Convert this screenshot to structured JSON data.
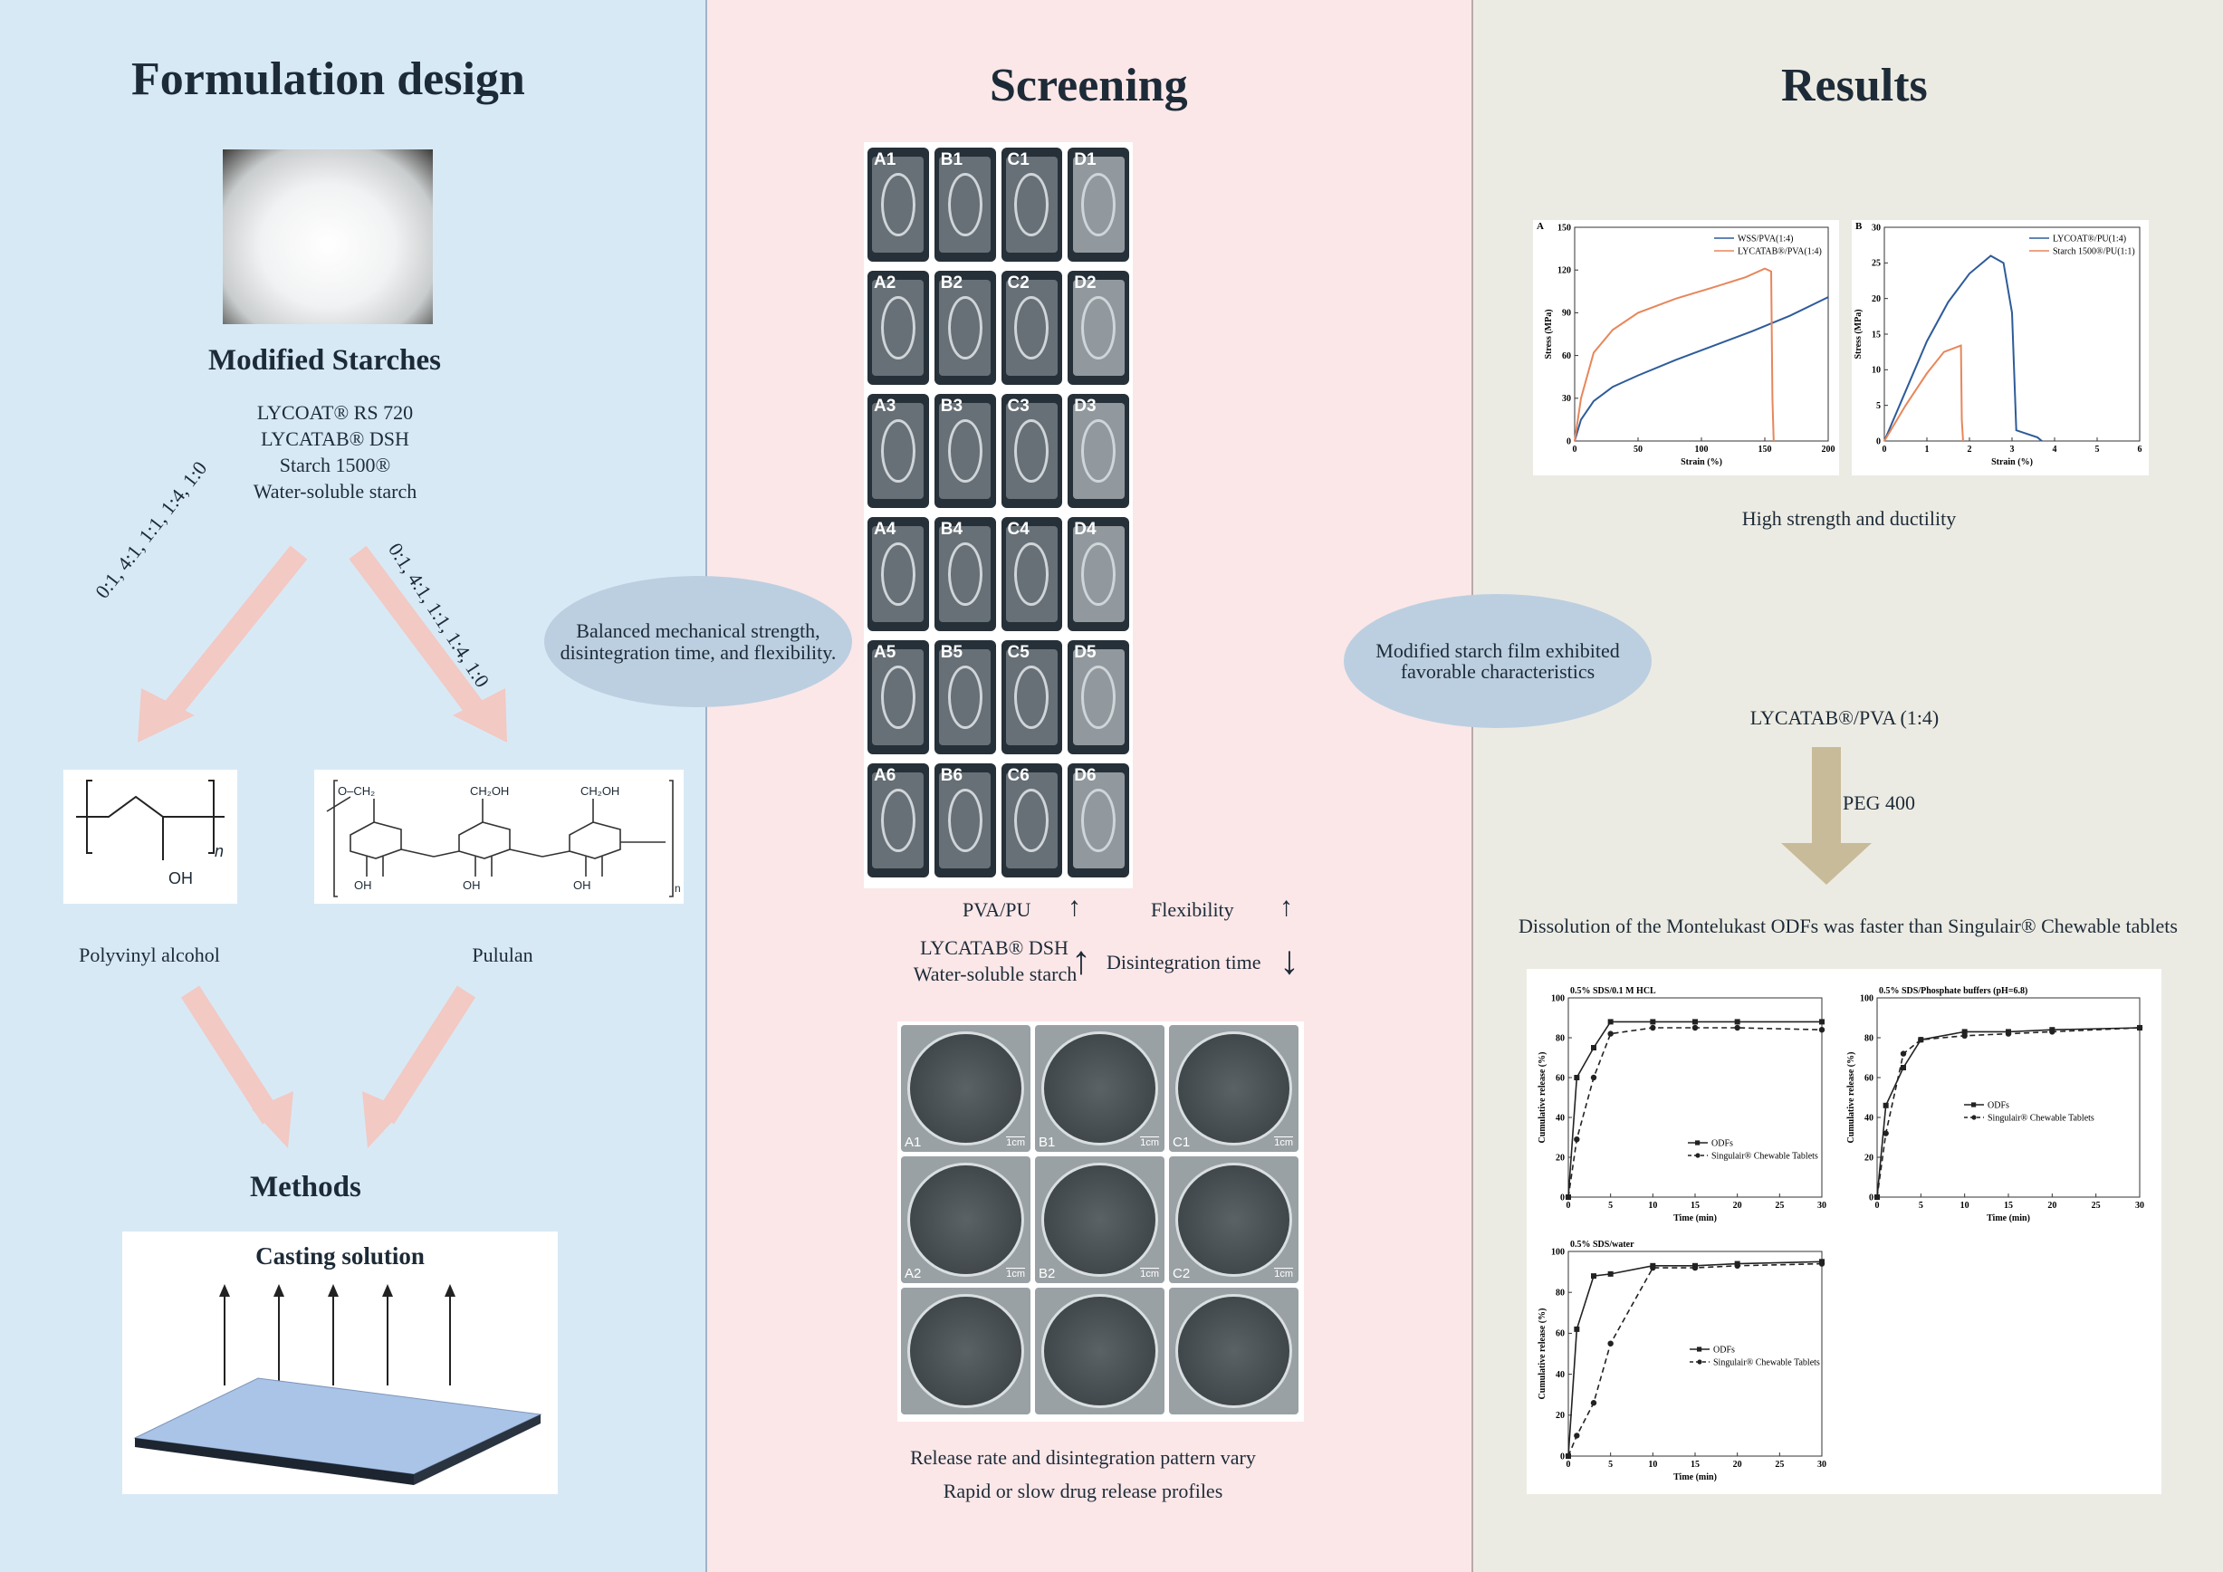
{
  "formulation": {
    "title": "Formulation design",
    "starch_heading": "Modified Starches",
    "starches": [
      "LYCOAT® RS 720",
      "LYCATAB® DSH",
      "Starch 1500®",
      "Water-soluble starch"
    ],
    "ratio_left": "0:1, 4:1, 1:1, 1:4, 1:0",
    "ratio_right": "0:1, 4:1, 1:1, 1:4, 1:0",
    "pva_label": "Polyvinyl alcohol",
    "pululan_label": "Pululan",
    "oh": "OH",
    "n": "n",
    "ch2oh": "CH₂OH",
    "o_ch2": "O–CH₂",
    "methods_heading": "Methods",
    "casting_label": "Casting solution"
  },
  "bubble_left": "Balanced mechanical strength, disintegration time, and flexibility.",
  "bubble_right": "Modified starch film exhibited favorable characteristics",
  "screening": {
    "title": "Screening",
    "grid_labels": [
      "A1",
      "B1",
      "C1",
      "D1",
      "A2",
      "B2",
      "C2",
      "D2",
      "A3",
      "B3",
      "C3",
      "D3",
      "A4",
      "B4",
      "C4",
      "D4",
      "A5",
      "B5",
      "C5",
      "D5",
      "A6",
      "B6",
      "C6",
      "D6"
    ],
    "trend_pva_pu": "PVA/PU",
    "trend_flexibility": "Flexibility",
    "trend_lycatab": "LYCATAB® DSH",
    "trend_wss": "Water-soluble starch",
    "trend_disintegration": "Disintegration time",
    "up_arrow": "↑",
    "down_arrow": "↓",
    "photo_labels": [
      "A1",
      "B1",
      "C1",
      "A2",
      "B2",
      "C2",
      "",
      "",
      ""
    ],
    "scale": "1cm",
    "caption1": "Release rate and disintegration pattern vary",
    "caption2": "Rapid or slow drug release profiles"
  },
  "results": {
    "title": "Results",
    "strength_caption": "High strength and ductility",
    "lycatab_pva": "LYCATAB®/PVA (1:4)",
    "peg": "PEG 400",
    "dissolution_caption": "Dissolution of the Montelukast ODFs was faster than Singulair® Chewable tablets"
  },
  "colors": {
    "left_bg": "#d8e9f6",
    "mid_bg": "#fbe7e8",
    "right_bg": "#ecebe3",
    "arrow_pink": "#f2c9c3",
    "arrow_tan": "#c8bb99",
    "bubble": "#bccfe0",
    "blue_series": "#2e5b9a",
    "orange_series": "#e8865a"
  },
  "chart_data": [
    {
      "type": "line",
      "panel_label": "A",
      "xlabel": "Strain (%)",
      "ylabel": "Stress (MPa)",
      "xlim": [
        0,
        200
      ],
      "ylim": [
        0,
        150
      ],
      "xticks": [
        0,
        50,
        100,
        150,
        200
      ],
      "yticks": [
        0,
        30,
        60,
        90,
        120,
        150
      ],
      "legend_position": "top-right",
      "series": [
        {
          "name": "WSS/PVA(1:4)",
          "color": "#2e5b9a",
          "x": [
            0,
            5,
            15,
            30,
            50,
            80,
            110,
            140,
            170,
            200
          ],
          "y": [
            0,
            15,
            28,
            38,
            46,
            57,
            67,
            77,
            88,
            101
          ]
        },
        {
          "name": "LYCATAB®/PVA(1:4)",
          "color": "#e8865a",
          "x": [
            0,
            5,
            15,
            30,
            50,
            80,
            110,
            135,
            150,
            155,
            156,
            157
          ],
          "y": [
            0,
            30,
            62,
            78,
            90,
            100,
            108,
            115,
            121,
            119,
            30,
            0
          ]
        }
      ]
    },
    {
      "type": "line",
      "panel_label": "B",
      "xlabel": "Strain (%)",
      "ylabel": "Stress (MPa)",
      "xlim": [
        0,
        6
      ],
      "ylim": [
        0,
        30
      ],
      "xticks": [
        0,
        1,
        2,
        3,
        4,
        5,
        6
      ],
      "yticks": [
        0,
        5,
        10,
        15,
        20,
        25,
        30
      ],
      "legend_position": "top-right",
      "series": [
        {
          "name": "LYCOAT®/PU(1:4)",
          "color": "#2e5b9a",
          "x": [
            0,
            0.5,
            1.0,
            1.5,
            2.0,
            2.5,
            2.8,
            3.0,
            3.1,
            3.6,
            3.7
          ],
          "y": [
            0,
            7,
            14,
            19.5,
            23.5,
            26,
            25,
            18,
            1.5,
            0.5,
            0
          ]
        },
        {
          "name": "Starch 1500®/PU(1:1)",
          "color": "#e8865a",
          "x": [
            0,
            0.5,
            1.0,
            1.4,
            1.8,
            1.82,
            1.85
          ],
          "y": [
            0,
            5,
            9.5,
            12.5,
            13.4,
            3,
            0
          ]
        }
      ]
    },
    {
      "type": "line",
      "title": "0.5% SDS/0.1 M HCL",
      "xlabel": "Time (min)",
      "ylabel": "Cumulative release (%)",
      "xlim": [
        0,
        30
      ],
      "ylim": [
        0,
        100
      ],
      "xticks": [
        0,
        5,
        10,
        15,
        20,
        25,
        30
      ],
      "yticks": [
        0,
        20,
        40,
        60,
        80,
        100
      ],
      "legend_position": "bottom-right",
      "series": [
        {
          "name": "ODFs",
          "style": "solid",
          "x": [
            0,
            1,
            3,
            5,
            10,
            15,
            20,
            30
          ],
          "y": [
            0,
            60,
            75,
            88,
            88,
            88,
            88,
            88
          ]
        },
        {
          "name": "Singulair® Chewable Tablets",
          "style": "dashed",
          "x": [
            0,
            1,
            3,
            5,
            10,
            15,
            20,
            30
          ],
          "y": [
            0,
            29,
            60,
            82,
            85,
            85,
            85,
            84
          ]
        }
      ]
    },
    {
      "type": "line",
      "title": "0.5% SDS/Phosphate buffers (pH=6.8)",
      "xlabel": "Time (min)",
      "ylabel": "Cumulative release (%)",
      "xlim": [
        0,
        30
      ],
      "ylim": [
        0,
        100
      ],
      "xticks": [
        0,
        5,
        10,
        15,
        20,
        25,
        30
      ],
      "yticks": [
        0,
        20,
        40,
        60,
        80,
        100
      ],
      "legend_position": "center-right",
      "series": [
        {
          "name": "ODFs",
          "style": "solid",
          "x": [
            0,
            1,
            3,
            5,
            10,
            15,
            20,
            30
          ],
          "y": [
            0,
            46,
            65,
            79,
            83,
            83,
            84,
            85
          ]
        },
        {
          "name": "Singulair® Chewable Tablets",
          "style": "dashed",
          "x": [
            0,
            1,
            3,
            5,
            10,
            15,
            20,
            30
          ],
          "y": [
            0,
            32,
            72,
            79,
            81,
            82,
            83,
            85
          ]
        }
      ]
    },
    {
      "type": "line",
      "title": "0.5% SDS/water",
      "xlabel": "Time (min)",
      "ylabel": "Cumulative release (%)",
      "xlim": [
        0,
        30
      ],
      "ylim": [
        0,
        100
      ],
      "xticks": [
        0,
        5,
        10,
        15,
        20,
        25,
        30
      ],
      "yticks": [
        0,
        20,
        40,
        60,
        80,
        100
      ],
      "legend_position": "center",
      "series": [
        {
          "name": "ODFs",
          "style": "solid",
          "x": [
            0,
            1,
            3,
            5,
            10,
            15,
            20,
            30
          ],
          "y": [
            0,
            62,
            88,
            89,
            93,
            93,
            94,
            95
          ]
        },
        {
          "name": "Singulair® Chewable Tablets",
          "style": "dashed",
          "x": [
            0,
            1,
            3,
            5,
            10,
            15,
            20,
            30
          ],
          "y": [
            0,
            10,
            26,
            55,
            92,
            92,
            93,
            94
          ]
        }
      ]
    }
  ]
}
